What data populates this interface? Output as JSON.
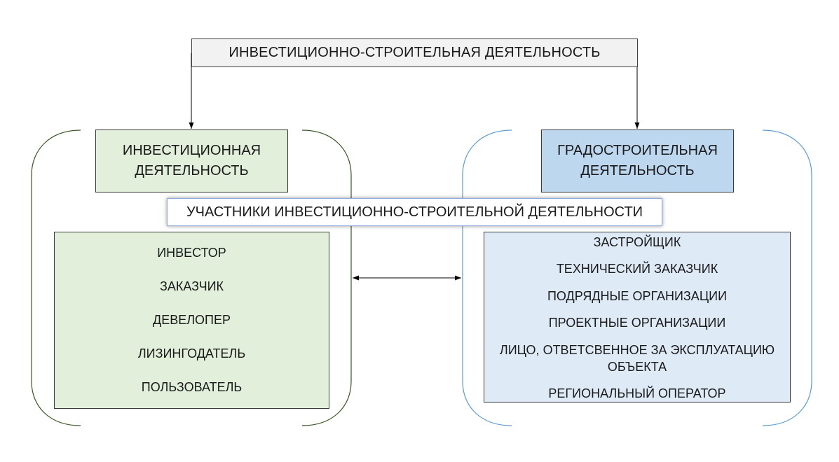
{
  "top": {
    "title": "ИНВЕСТИЦИОННО-СТРОИТЕЛЬНАЯ ДЕЯТЕЛЬНОСТЬ"
  },
  "left": {
    "title_line1": "ИНВЕСТИЦИОННАЯ",
    "title_line2": "ДЕЯТЕЛЬНОСТЬ",
    "items": [
      "ИНВЕСТОР",
      "ЗАКАЗЧИК",
      "ДЕВЕЛОПЕР",
      "ЛИЗИНГОДАТЕЛЬ",
      "ПОЛЬЗОВАТЕЛЬ"
    ]
  },
  "right": {
    "title_line1": "ГРАДОСТРОИТЕЛЬНАЯ",
    "title_line2": "ДЕЯТЕЛЬНОСТЬ",
    "items": [
      "ЗАСТРОЙЩИК",
      "ТЕХНИЧЕСКИЙ ЗАКАЗЧИК",
      "ПОДРЯДНЫЕ ОРГАНИЗАЦИИ",
      "ПРОЕКТНЫЕ ОРГАНИЗАЦИИ",
      "ЛИЦО, ОТВЕТСВЕННОЕ ЗА ЭКСПЛУАТАЦИЮ ОБЪЕКТА",
      "РЕГИОНАЛЬНЫЙ ОПЕРАТОР"
    ]
  },
  "participants": {
    "title": "УЧАСТНИКИ ИНВЕСТИЦИОННО-СТРОИТЕЛЬНОЙ ДЕЯТЕЛЬНОСТИ"
  },
  "colors": {
    "left_fill": "#e2efda",
    "right_fill": "#bdd7ee",
    "right_list_fill": "#deebf7",
    "left_bracket": "#375623",
    "right_bracket": "#5b9bd5"
  }
}
